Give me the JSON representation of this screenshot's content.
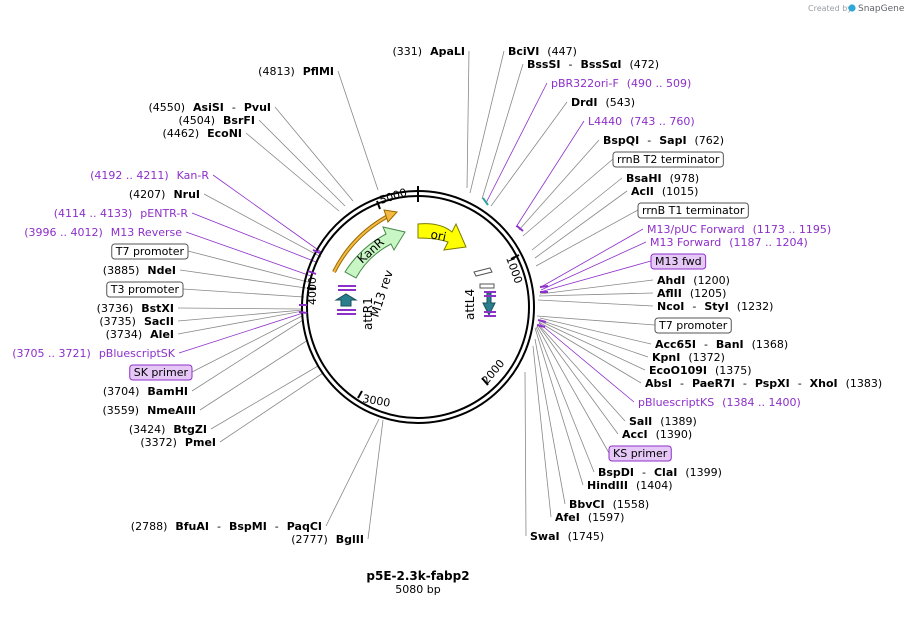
{
  "plasmid": {
    "name": "p5E-2.3k-fabp2",
    "size_label": "5080 bp"
  },
  "credit": {
    "prefix": "Created by",
    "brand": "SnapGene"
  },
  "colors": {
    "site_line": "#888888",
    "primer": "#8d2fc9",
    "primer_box": "#e6c8f7",
    "feature_box": "#ffffff",
    "ori": "#ffff00",
    "kanr": "#c8f7c5",
    "att": "#2a7f8f",
    "backbone": "#000000"
  },
  "ticks": [
    "1000",
    "2000",
    "3000",
    "4000",
    "5000"
  ],
  "features": [
    {
      "label": "ori"
    },
    {
      "label": "KanR"
    },
    {
      "label": "M13 rev"
    },
    {
      "label": "attR1"
    },
    {
      "label": "attL4"
    }
  ],
  "labels": [
    {
      "parts": [
        {
          "t": "(331)",
          "s": "n"
        },
        {
          "t": "ApaLI",
          "s": "b"
        }
      ]
    },
    {
      "parts": [
        {
          "t": "BciVI",
          "s": "b"
        },
        {
          "t": "(447)",
          "s": "n"
        }
      ]
    },
    {
      "parts": [
        {
          "t": "BssSI",
          "s": "b"
        },
        {
          "t": "-",
          "s": "n"
        },
        {
          "t": "BssSαI",
          "s": "b"
        },
        {
          "t": "(472)",
          "s": "n"
        }
      ]
    },
    {
      "parts": [
        {
          "t": "pBR322ori-F",
          "s": "p"
        },
        {
          "t": "(490 .. 509)",
          "s": "p"
        }
      ]
    },
    {
      "parts": [
        {
          "t": "DrdI",
          "s": "b"
        },
        {
          "t": "(543)",
          "s": "n"
        }
      ]
    },
    {
      "parts": [
        {
          "t": "L4440",
          "s": "p"
        },
        {
          "t": "(743 .. 760)",
          "s": "p"
        }
      ]
    },
    {
      "parts": [
        {
          "t": "BspQI",
          "s": "b"
        },
        {
          "t": "-",
          "s": "n"
        },
        {
          "t": "SapI",
          "s": "b"
        },
        {
          "t": "(762)",
          "s": "n"
        }
      ]
    },
    {
      "parts": [
        {
          "t": "rrnB T2 terminator",
          "s": "n"
        }
      ]
    },
    {
      "parts": [
        {
          "t": "BsaHI",
          "s": "b"
        },
        {
          "t": "(978)",
          "s": "n"
        }
      ]
    },
    {
      "parts": [
        {
          "t": "AclI",
          "s": "b"
        },
        {
          "t": "(1015)",
          "s": "n"
        }
      ]
    },
    {
      "parts": [
        {
          "t": "rrnB T1 terminator",
          "s": "n"
        }
      ]
    },
    {
      "parts": [
        {
          "t": "M13/pUC Forward",
          "s": "p"
        },
        {
          "t": "(1173 .. 1195)",
          "s": "p"
        }
      ]
    },
    {
      "parts": [
        {
          "t": "M13 Forward",
          "s": "p"
        },
        {
          "t": "(1187 .. 1204)",
          "s": "p"
        }
      ]
    },
    {
      "parts": [
        {
          "t": "M13 fwd",
          "s": "n"
        }
      ]
    },
    {
      "parts": [
        {
          "t": "AhdI",
          "s": "b"
        },
        {
          "t": "(1200)",
          "s": "n"
        }
      ]
    },
    {
      "parts": [
        {
          "t": "AflII",
          "s": "b"
        },
        {
          "t": "(1205)",
          "s": "n"
        }
      ]
    },
    {
      "parts": [
        {
          "t": "NcoI",
          "s": "b"
        },
        {
          "t": "-",
          "s": "n"
        },
        {
          "t": "StyI",
          "s": "b"
        },
        {
          "t": "(1232)",
          "s": "n"
        }
      ]
    },
    {
      "parts": [
        {
          "t": "T7 promoter",
          "s": "n"
        }
      ]
    },
    {
      "parts": [
        {
          "t": "Acc65I",
          "s": "b"
        },
        {
          "t": "-",
          "s": "n"
        },
        {
          "t": "BanI",
          "s": "b"
        },
        {
          "t": "(1368)",
          "s": "n"
        }
      ]
    },
    {
      "parts": [
        {
          "t": "KpnI",
          "s": "b"
        },
        {
          "t": "(1372)",
          "s": "n"
        }
      ]
    },
    {
      "parts": [
        {
          "t": "EcoO109I",
          "s": "b"
        },
        {
          "t": "(1375)",
          "s": "n"
        }
      ]
    },
    {
      "parts": [
        {
          "t": "AbsI",
          "s": "b"
        },
        {
          "t": "-",
          "s": "n"
        },
        {
          "t": "PaeR7I",
          "s": "b"
        },
        {
          "t": "-",
          "s": "n"
        },
        {
          "t": "PspXI",
          "s": "b"
        },
        {
          "t": "-",
          "s": "n"
        },
        {
          "t": "XhoI",
          "s": "b"
        },
        {
          "t": "(1383)",
          "s": "n"
        }
      ]
    },
    {
      "parts": [
        {
          "t": "pBluescriptKS",
          "s": "p"
        },
        {
          "t": "(1384 .. 1400)",
          "s": "p"
        }
      ]
    },
    {
      "parts": [
        {
          "t": "SalI",
          "s": "b"
        },
        {
          "t": "(1389)",
          "s": "n"
        }
      ]
    },
    {
      "parts": [
        {
          "t": "AccI",
          "s": "b"
        },
        {
          "t": "(1390)",
          "s": "n"
        }
      ]
    },
    {
      "parts": [
        {
          "t": "KS primer",
          "s": "n"
        }
      ]
    },
    {
      "parts": [
        {
          "t": "BspDI",
          "s": "b"
        },
        {
          "t": "-",
          "s": "n"
        },
        {
          "t": "ClaI",
          "s": "b"
        },
        {
          "t": "(1399)",
          "s": "n"
        }
      ]
    },
    {
      "parts": [
        {
          "t": "HindIII",
          "s": "b"
        },
        {
          "t": "(1404)",
          "s": "n"
        }
      ]
    },
    {
      "parts": [
        {
          "t": "BbvCI",
          "s": "b"
        },
        {
          "t": "(1558)",
          "s": "n"
        }
      ]
    },
    {
      "parts": [
        {
          "t": "AfeI",
          "s": "b"
        },
        {
          "t": "(1597)",
          "s": "n"
        }
      ]
    },
    {
      "parts": [
        {
          "t": "SwaI",
          "s": "b"
        },
        {
          "t": "(1745)",
          "s": "n"
        }
      ]
    },
    {
      "parts": [
        {
          "t": "(4813)",
          "s": "n"
        },
        {
          "t": "PflMI",
          "s": "b"
        }
      ]
    },
    {
      "parts": [
        {
          "t": "(4550)",
          "s": "n"
        },
        {
          "t": "AsiSI",
          "s": "b"
        },
        {
          "t": "-",
          "s": "n"
        },
        {
          "t": "PvuI",
          "s": "b"
        }
      ]
    },
    {
      "parts": [
        {
          "t": "(4504)",
          "s": "n"
        },
        {
          "t": "BsrFI",
          "s": "b"
        }
      ]
    },
    {
      "parts": [
        {
          "t": "(4462)",
          "s": "n"
        },
        {
          "t": "EcoNI",
          "s": "b"
        }
      ]
    },
    {
      "parts": [
        {
          "t": "(4192 .. 4211)",
          "s": "p"
        },
        {
          "t": "Kan-R",
          "s": "p"
        }
      ]
    },
    {
      "parts": [
        {
          "t": "(4207)",
          "s": "n"
        },
        {
          "t": "NruI",
          "s": "b"
        }
      ]
    },
    {
      "parts": [
        {
          "t": "(4114 .. 4133)",
          "s": "p"
        },
        {
          "t": "pENTR-R",
          "s": "p"
        }
      ]
    },
    {
      "parts": [
        {
          "t": "(3996 .. 4012)",
          "s": "p"
        },
        {
          "t": "M13 Reverse",
          "s": "p"
        }
      ]
    },
    {
      "parts": [
        {
          "t": "T7 promoter",
          "s": "n"
        }
      ]
    },
    {
      "parts": [
        {
          "t": "(3885)",
          "s": "n"
        },
        {
          "t": "NdeI",
          "s": "b"
        }
      ]
    },
    {
      "parts": [
        {
          "t": "T3 promoter",
          "s": "n"
        }
      ]
    },
    {
      "parts": [
        {
          "t": "(3736)",
          "s": "n"
        },
        {
          "t": "BstXI",
          "s": "b"
        }
      ]
    },
    {
      "parts": [
        {
          "t": "(3735)",
          "s": "n"
        },
        {
          "t": "SacII",
          "s": "b"
        }
      ]
    },
    {
      "parts": [
        {
          "t": "(3734)",
          "s": "n"
        },
        {
          "t": "AleI",
          "s": "b"
        }
      ]
    },
    {
      "parts": [
        {
          "t": "(3705 .. 3721)",
          "s": "p"
        },
        {
          "t": "pBluescriptSK",
          "s": "p"
        }
      ]
    },
    {
      "parts": [
        {
          "t": "SK primer",
          "s": "n"
        }
      ]
    },
    {
      "parts": [
        {
          "t": "(3704)",
          "s": "n"
        },
        {
          "t": "BamHI",
          "s": "b"
        }
      ]
    },
    {
      "parts": [
        {
          "t": "(3559)",
          "s": "n"
        },
        {
          "t": "NmeAIII",
          "s": "b"
        }
      ]
    },
    {
      "parts": [
        {
          "t": "(3424)",
          "s": "n"
        },
        {
          "t": "BtgZI",
          "s": "b"
        }
      ]
    },
    {
      "parts": [
        {
          "t": "(3372)",
          "s": "n"
        },
        {
          "t": "PmeI",
          "s": "b"
        }
      ]
    },
    {
      "parts": [
        {
          "t": "(2788)",
          "s": "n"
        },
        {
          "t": "BfuAI",
          "s": "b"
        },
        {
          "t": "-",
          "s": "n"
        },
        {
          "t": "BspMI",
          "s": "b"
        },
        {
          "t": "-",
          "s": "n"
        },
        {
          "t": "PaqCI",
          "s": "b"
        }
      ]
    },
    {
      "parts": [
        {
          "t": "(2777)",
          "s": "n"
        },
        {
          "t": "BglII",
          "s": "b"
        }
      ]
    }
  ]
}
